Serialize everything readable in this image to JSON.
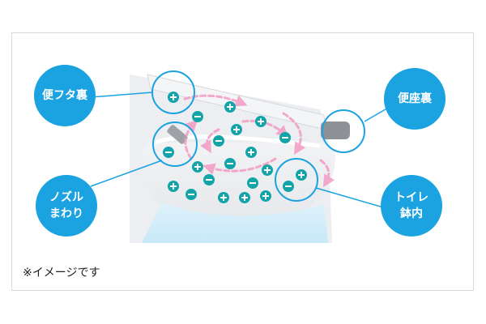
{
  "labels": {
    "toilet_lid_back": "便フタ裏",
    "seat_back": "便座裏",
    "nozzle_area": "ノズル\nまわり",
    "toilet_bowl": "トイレ\n鉢内"
  },
  "note": "※イメージです",
  "colors": {
    "callout": "#1ba2e0",
    "ion_fill": "#12a4a8",
    "arrow": "#f39bc4",
    "frame_border": "#d9d9d9",
    "focus_ring": "#1ba2e0"
  },
  "icons": {
    "positive_ion": "plus-ion-icon",
    "negative_ion": "minus-ion-icon",
    "airflow": "airflow-arrow-icon"
  }
}
